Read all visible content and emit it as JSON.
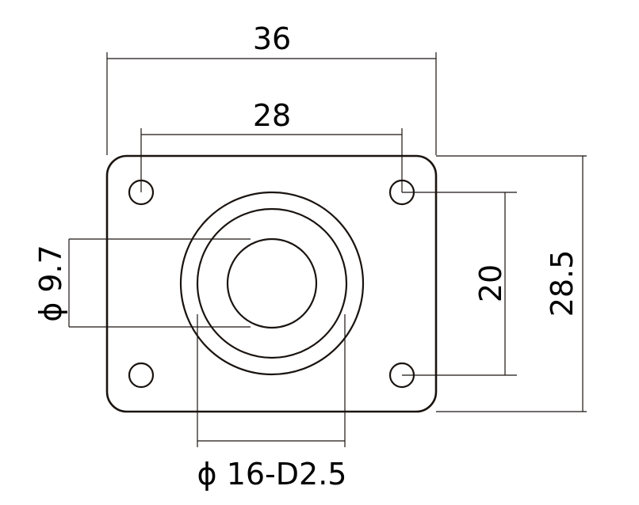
{
  "dimensions": {
    "overall_width": "36",
    "hole_spacing_horizontal": "28",
    "overall_height": "28.5",
    "hole_spacing_vertical": "20",
    "inner_diameter": "ϕ 9.7",
    "outer_diameter_depth": "ϕ 16-D2.5"
  },
  "colors": {
    "line": "#1a1410",
    "text": "#000000",
    "background": "#ffffff"
  }
}
